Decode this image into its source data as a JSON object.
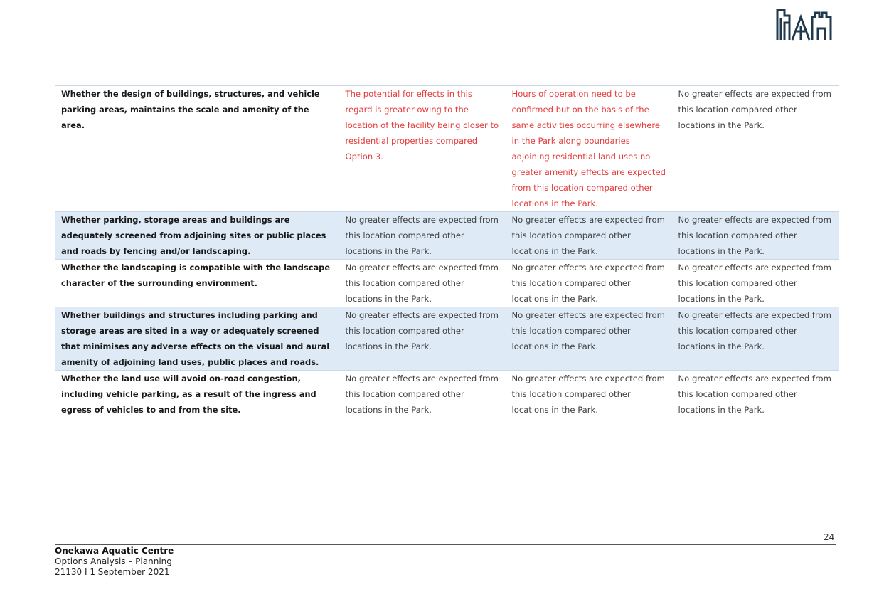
{
  "footer": {
    "project": "Onekawa Aquatic Centre",
    "doc_title": "Options Analysis – Planning",
    "ref_date": "21130 I 1 September 2021",
    "page_number": "24"
  },
  "table": {
    "rows": [
      {
        "criterion": "Whether the design of buildings, structures, and vehicle parking areas, maintains the scale and amenity of the area.",
        "col1": "The potential for effects in this regard is greater owing to the location of the facility being closer to residential properties compared Option 3.",
        "col2": "Hours of operation need to be confirmed but on the basis of the same activities occurring elsewhere in the Park along boundaries adjoining residential land uses no greater amenity effects are expected from this location compared other locations in the Park.",
        "col3": "No greater effects are expected from this location compared other locations in the Park."
      },
      {
        "criterion": "Whether parking, storage areas and buildings are adequately screened from adjoining sites or public places and roads by fencing and/or landscaping.",
        "col1": "No greater effects are expected from this location compared other locations in the Park.",
        "col2": "No greater effects are expected from this location compared other locations in the Park.",
        "col3": "No greater effects are expected from this location compared other locations in the Park."
      },
      {
        "criterion": "Whether the landscaping is compatible with the landscape character of the surrounding environment.",
        "col1": "No greater effects are expected from this location compared other locations in the Park.",
        "col2": "No greater effects are expected from this location compared other locations in the Park.",
        "col3": "No greater effects are expected from this location compared other locations in the Park."
      },
      {
        "criterion": "Whether buildings and structures including parking and storage areas are sited in a way or adequately screened that minimises any adverse effects on the visual and aural amenity of adjoining land uses, public places and roads.",
        "col1": "No greater effects are expected from this location compared other locations in the Park.",
        "col2": "No greater effects are expected from this location compared other locations in the Park.",
        "col3": "No greater effects are expected from this location compared other locations in the Park."
      },
      {
        "criterion": "Whether the land use will avoid on-road congestion, including vehicle parking, as a result of the ingress and egress of vehicles to and from the site.",
        "col1": "No greater effects are expected from this location compared other locations in the Park.",
        "col2": "No greater effects are expected from this location compared other locations in the Park.",
        "col3": "No greater effects are expected from this location compared other locations in the Park."
      }
    ]
  },
  "colors": {
    "shade": "#deeaf6",
    "highlight_text": "#e53b3b",
    "logo": "#1f3a4d"
  }
}
